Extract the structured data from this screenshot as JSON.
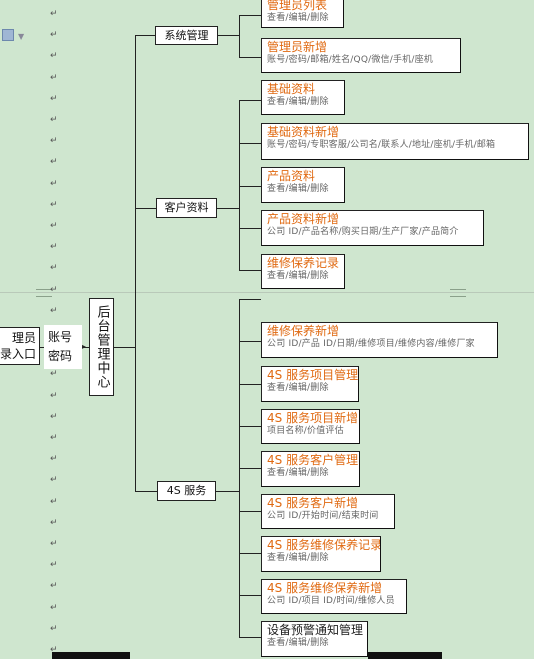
{
  "left_fragments": {
    "admin": "理员",
    "login_entry": "录入口"
  },
  "login_fields": {
    "account": "账号",
    "password": "密码"
  },
  "root": "后台管理中心",
  "groups": [
    {
      "label": "系统管理"
    },
    {
      "label": "客户资料"
    },
    {
      "label": "4S 服务"
    }
  ],
  "items": [
    {
      "title": "管理员列表",
      "sub": "查看/编辑/删除"
    },
    {
      "title": "管理员新增",
      "sub": "账号/密码/邮箱/姓名/QQ/微信/手机/座机"
    },
    {
      "title": "基础资料",
      "sub": "查看/编辑/删除"
    },
    {
      "title": "基础资料新增",
      "sub": "账号/密码/专职客服/公司名/联系人/地址/座机/手机/邮箱"
    },
    {
      "title": "产品资料",
      "sub": "查看/编辑/删除"
    },
    {
      "title": "产品资料新增",
      "sub": "公司 ID/产品名称/购买日期/生产厂家/产品简介"
    },
    {
      "title": "维修保养记录",
      "sub": "查看/编辑/删除"
    },
    {
      "title": "维修保养新增",
      "sub": "公司 ID/产品 ID/日期/维修项目/维修内容/维修厂家"
    },
    {
      "title": "4S 服务项目管理",
      "sub": "查看/编辑/删除"
    },
    {
      "title": "4S 服务项目新增",
      "sub": "项目名称/价值评估"
    },
    {
      "title": "4S 服务客户管理",
      "sub": "查看/编辑/删除"
    },
    {
      "title": "4S 服务客户新增",
      "sub": "公司 ID/开始时间/结束时间"
    },
    {
      "title": "4S 服务维修保养记录",
      "sub": "查看/编辑/删除"
    },
    {
      "title": "4S 服务维修保养新增",
      "sub": "公司 ID/项目 ID/时间/维修人员"
    },
    {
      "title": "设备预警通知管理",
      "sub": "查看/编辑/删除"
    }
  ],
  "paragraph_mark": "↵"
}
